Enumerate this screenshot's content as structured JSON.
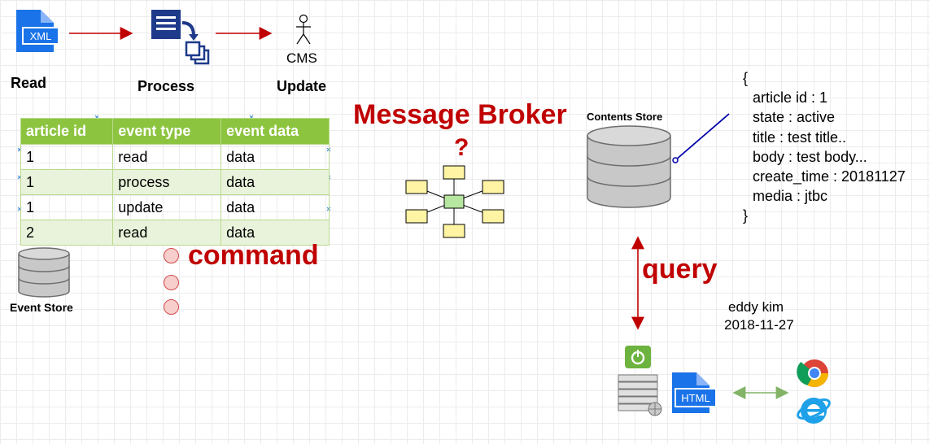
{
  "flow": {
    "read_label": "Read",
    "process_label": "Process",
    "update_label": "Update",
    "cms_label": "CMS",
    "xml_icon_text": "XML"
  },
  "event_table": {
    "headers": [
      "article id",
      "event type",
      "event data"
    ],
    "rows": [
      [
        "1",
        "read",
        "data"
      ],
      [
        "1",
        "process",
        "data"
      ],
      [
        "1",
        "update",
        "data"
      ],
      [
        "2",
        "read",
        "data"
      ]
    ]
  },
  "event_store_label": "Event Store",
  "command_label": "command",
  "message_broker": {
    "title": "Message Broker",
    "question_mark": "?"
  },
  "contents_store": {
    "label": "Contents Store",
    "json_open": "{",
    "json_lines": [
      "article id : 1",
      "state : active",
      "title : test title..",
      "body : test body...",
      "create_time : 20181127",
      "media : jtbc"
    ],
    "json_close": "}"
  },
  "query_label": "query",
  "author": {
    "name": "eddy kim",
    "date": "2018-11-27"
  },
  "html_icon_text": "HTML",
  "colors": {
    "table_header": "#8cc43f",
    "table_alt_row": "#e9f3db",
    "accent_red": "#c00000",
    "icon_blue": "#1a73e8",
    "process_icon_navy": "#1e3a8a",
    "connector_navy": "#0000aa",
    "arrow_green": "#82b366",
    "broker_node_fill": "#fff4a3",
    "broker_center_fill": "#b6e6a0"
  }
}
